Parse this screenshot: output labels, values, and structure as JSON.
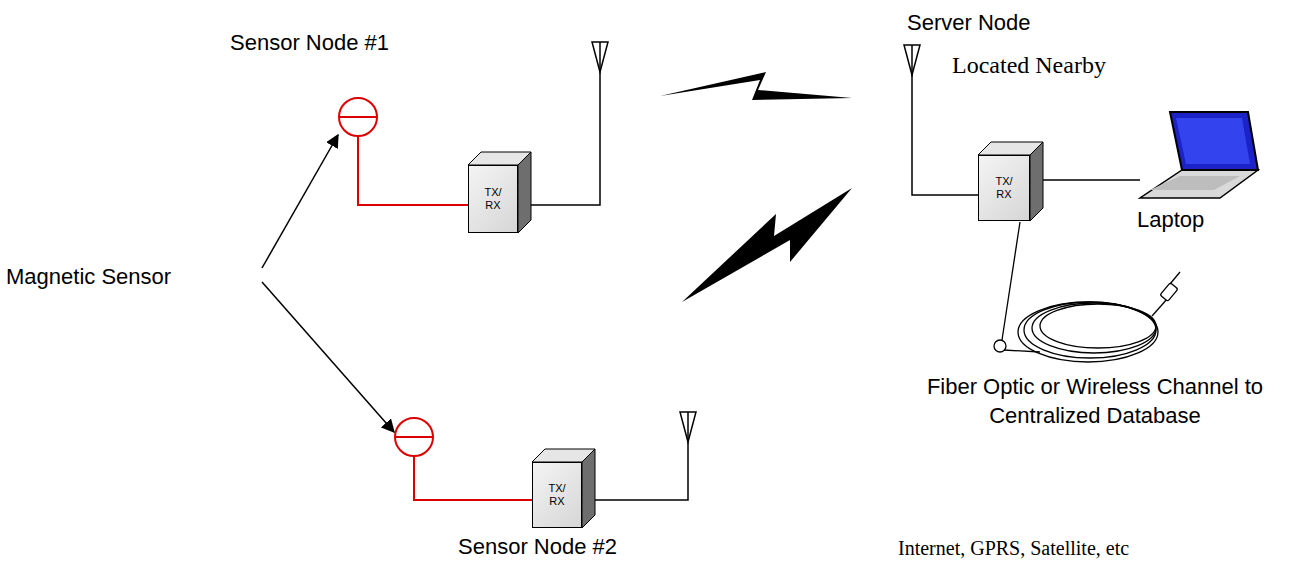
{
  "diagram": {
    "nodes": [
      {
        "text": [
          "TX/ RX"
        ]
      },
      {
        "text": [
          "TX/ RX"
        ]
      },
      {
        "text": [
          "TX/ RX"
        ]
      }
    ],
    "labels": [
      "Sensor Node #1",
      "Server Node",
      "Located Nearby",
      "Magnetic Sensor",
      "Sensor Node #2",
      "Laptop",
      "Fiber Optic or Wireless Channel to Centralized Database",
      "Internet, GPRS, Satellite, etc"
    ]
  }
}
